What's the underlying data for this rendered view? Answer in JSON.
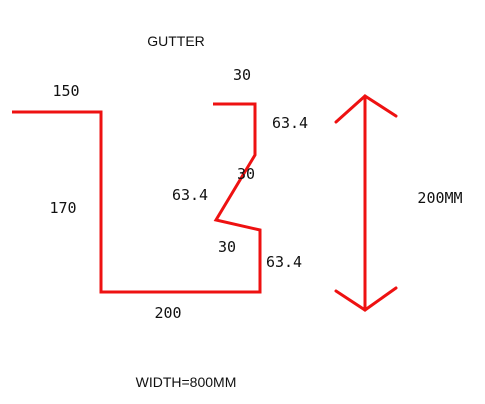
{
  "title": "GUTTER",
  "footer": "WIDTH=800MM",
  "height_label": "200MM",
  "dimensions": {
    "top_flange": "150",
    "left_side": "170",
    "bottom": "200",
    "top_return": "30",
    "upper_slope": "63.4",
    "upper_step": "30",
    "middle_slope": "63.4",
    "lower_step": "30",
    "lower_slope": "63.4"
  },
  "colors": {
    "profile": "#ee1111",
    "text": "#111111",
    "background": "#ffffff"
  }
}
